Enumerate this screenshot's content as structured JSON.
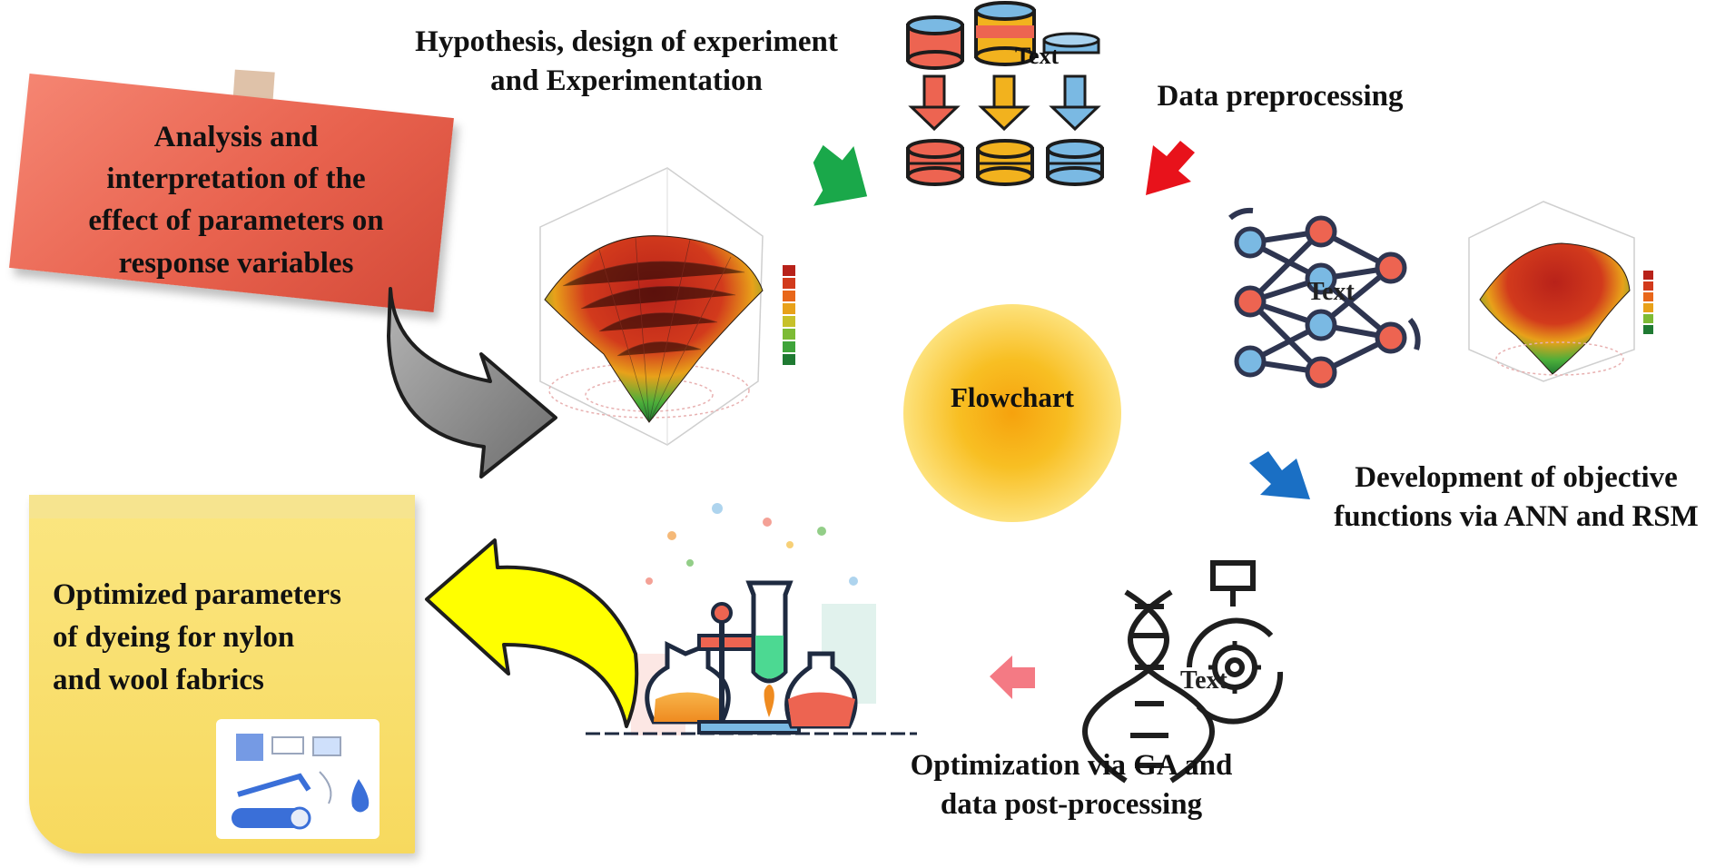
{
  "title": "Flowchart",
  "steps": {
    "experiment": {
      "line1": "Hypothesis, design of experiment",
      "line2": "and Experimentation"
    },
    "preprocessing": {
      "line1": "Data preprocessing"
    },
    "objective": {
      "line1": "Development of objective",
      "line2": "functions via ANN and RSM"
    },
    "optimization": {
      "line1": "Optimization via GA and",
      "line2": "data post-processing"
    },
    "result": {
      "line1": "Optimized parameters",
      "line2": "of dyeing for nylon",
      "line3": "and wool fabrics"
    },
    "analysis": {
      "line1": "Analysis and",
      "line2": "interpretation of the",
      "line3": "effect of parameters on",
      "line4": "response variables"
    }
  },
  "overlays": {
    "text_db": "Text",
    "text_ann": "Text",
    "text_dna": "Text"
  },
  "colors": {
    "arrow_green": "#1aa84a",
    "arrow_red": "#e8121b",
    "arrow_blue": "#1a6fc4",
    "arrow_pink": "#f47a84",
    "arrow_yellow": "#ffff00",
    "arrow_gray": "#8a8a8a"
  },
  "icons": [
    "database-transform-icon",
    "neural-network-icon",
    "dna-gear-icon",
    "chemistry-flasks-icon",
    "response-surface-plot",
    "dyeing-machine-icon"
  ]
}
